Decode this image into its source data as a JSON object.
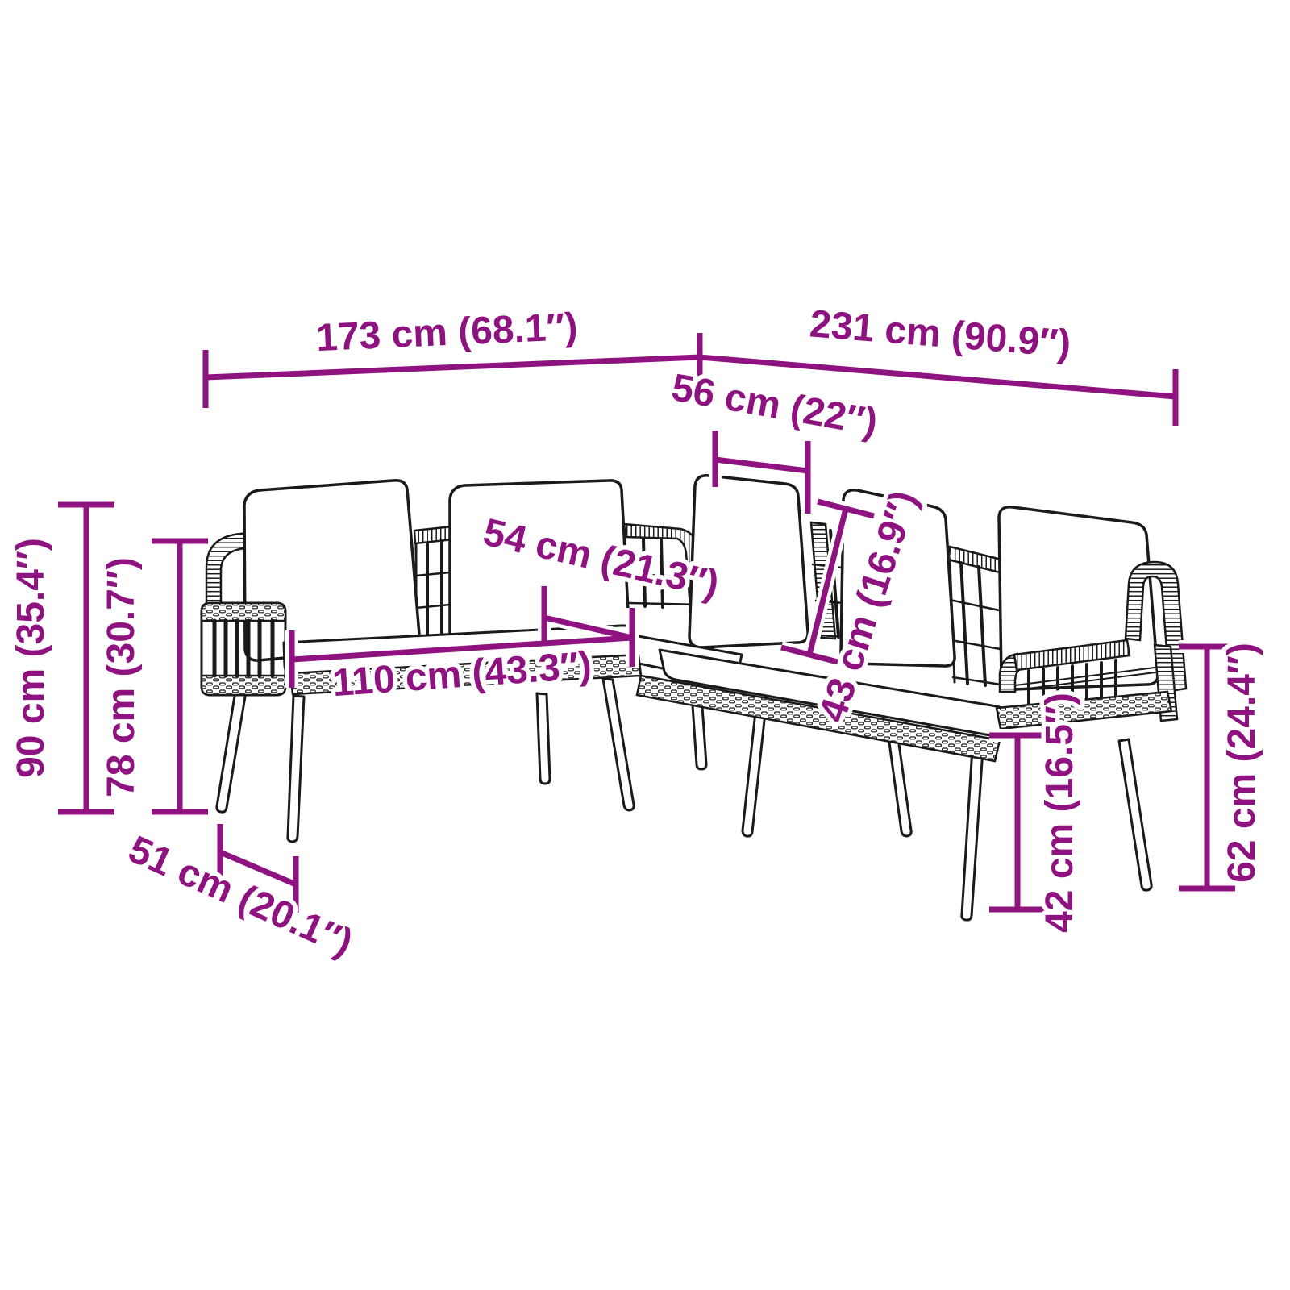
{
  "image": {
    "alt": "Line drawing of an L-shaped poly rattan garden corner sofa set with five back cushions, seat cushions, wicker armrests and slanted legs, annotated with product dimensions"
  },
  "colors": {
    "annotation": "#8E127F",
    "line_art": "#1A1A1A",
    "background": "#FFFFFF",
    "cushion_fill": "#FFFFFF"
  },
  "dimensions": {
    "width_left_section": "173 cm (68.1″)",
    "width_right_section": "231 cm (90.9″)",
    "corner_seat_width": "56 cm (22″)",
    "seat_depth": "54 cm (21.3″)",
    "seat_width": "110 cm (43.3″)",
    "backrest_cushion_height": "43 cm (16.9″)",
    "total_height": "90 cm (35.4″)",
    "backrest_height": "78 cm (30.7″)",
    "leg_spacing": "51 cm (20.1″)",
    "seat_height": "42 cm (16.5″)",
    "armrest_height": "62 cm (24.4″)"
  }
}
